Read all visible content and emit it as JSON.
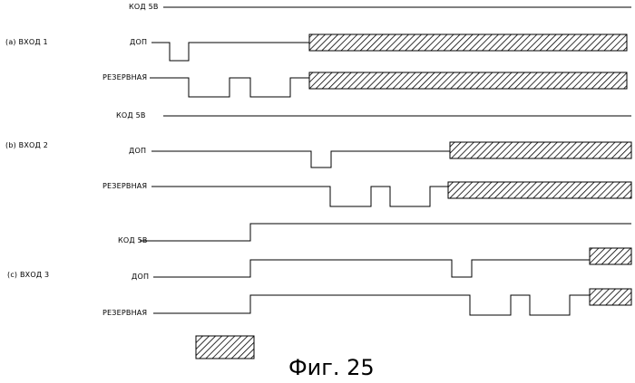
{
  "figure": {
    "caption": "Фиг. 25"
  },
  "groups": [
    {
      "id": "a",
      "label": "(a) ВХОД 1",
      "signals": [
        {
          "id": "kod5v",
          "label": "КОД 5В"
        },
        {
          "id": "dop",
          "label": "ДОП"
        },
        {
          "id": "reserve",
          "label": "РЕЗЕРВНАЯ"
        }
      ]
    },
    {
      "id": "b",
      "label": "(b) ВХОД 2",
      "signals": [
        {
          "id": "kod5v",
          "label": "КОД 5В"
        },
        {
          "id": "dop",
          "label": "ДОП"
        },
        {
          "id": "reserve",
          "label": "РЕЗЕРВНАЯ"
        }
      ]
    },
    {
      "id": "c",
      "label": "(c) ВХОД 3",
      "signals": [
        {
          "id": "kod5v",
          "label": "КОД 5В"
        },
        {
          "id": "dop",
          "label": "ДОП"
        },
        {
          "id": "reserve",
          "label": "РЕЗЕРВНАЯ"
        }
      ]
    }
  ]
}
